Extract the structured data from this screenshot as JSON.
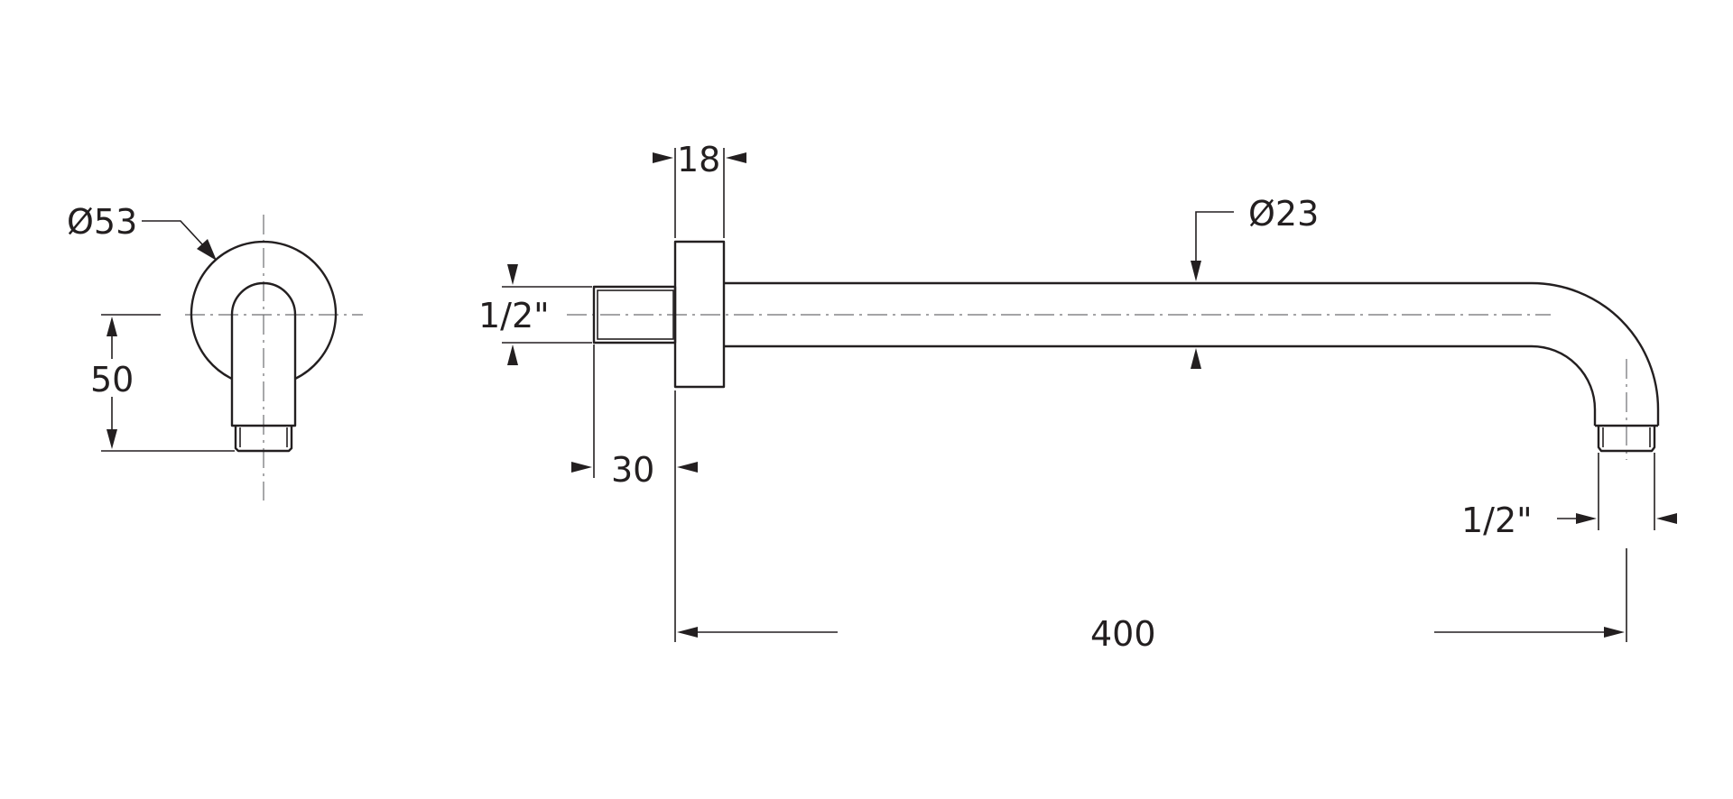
{
  "drawing": {
    "side_view": {
      "flange_diameter_label": "Ø53",
      "height_label": "50"
    },
    "front_view": {
      "flange_thickness_label": "18",
      "pipe_diameter_label": "Ø23",
      "inlet_thread_label": "1/2\"",
      "inlet_length_label": "30",
      "outlet_thread_label": "1/2\"",
      "projection_label": "400"
    }
  }
}
